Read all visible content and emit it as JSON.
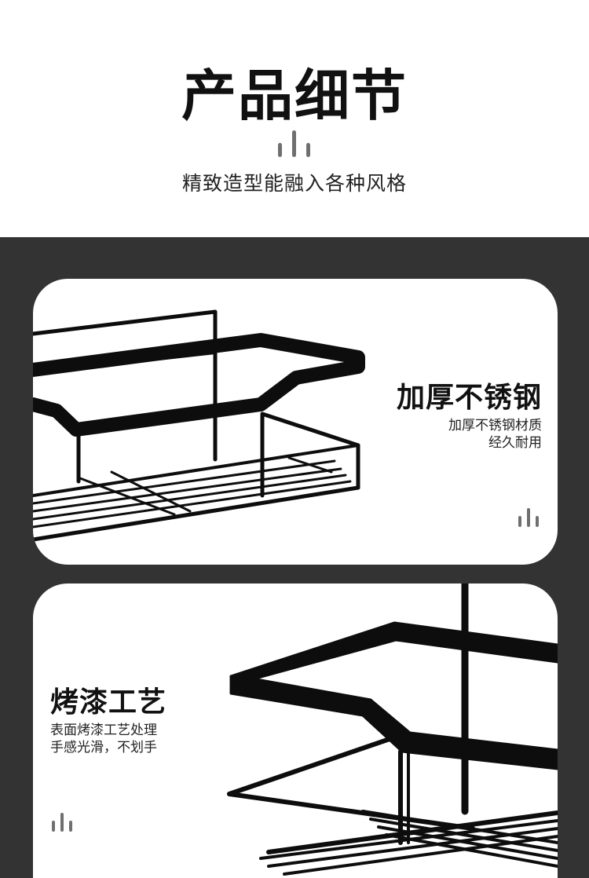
{
  "header": {
    "title": "产品细节",
    "subtitle": "精致造型能融入各种风格",
    "decor_icon": "bars-icon"
  },
  "features": [
    {
      "heading": "加厚不锈钢",
      "desc_lines": [
        "加厚不锈钢材质",
        "经久耐用"
      ],
      "decor_icon": "bars-icon",
      "image_icon": "wire-rack-image"
    },
    {
      "heading": "烤漆工艺",
      "desc_lines": [
        "表面烤漆工艺处理",
        "手感光滑，不划手"
      ],
      "decor_icon": "bars-icon",
      "image_icon": "wire-rack-closeup-image"
    }
  ],
  "colors": {
    "dark_bg": "#333333",
    "card_bg": "#ffffff",
    "text": "#111111",
    "rack": "#0d0d0d"
  }
}
